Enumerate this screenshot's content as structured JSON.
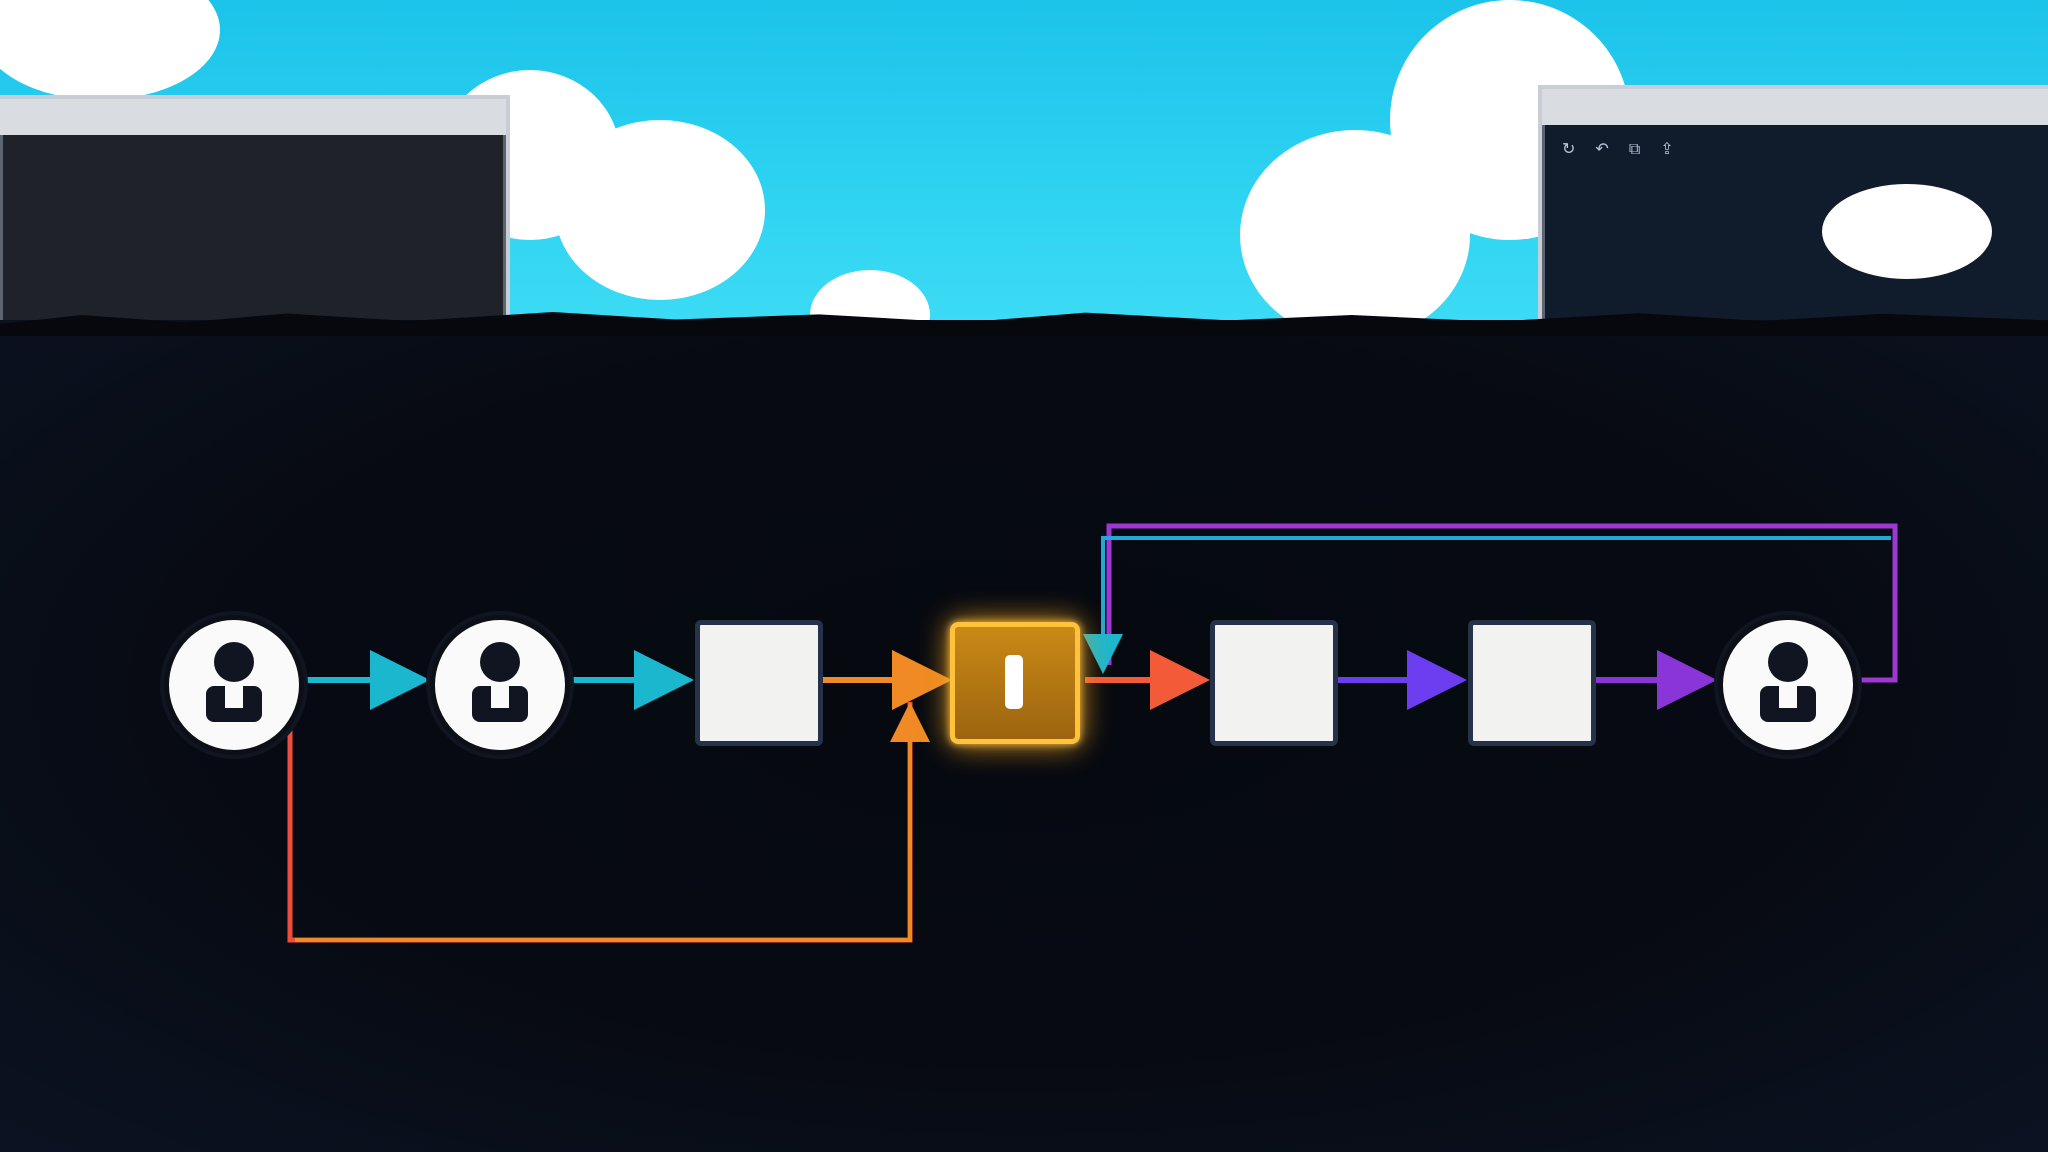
{
  "scene": {
    "left_window": {
      "title": "",
      "code_lines": [
        "",
        "",
        "",
        "",
        "",
        "",
        ""
      ]
    },
    "right_window": {
      "title": "",
      "toolbar_icons": [
        "refresh-icon",
        "undo-icon",
        "copy-icon",
        "share-icon"
      ]
    },
    "workflow": {
      "nodes": [
        {
          "type": "user",
          "name": "user-node-1"
        },
        {
          "type": "user",
          "name": "user-node-2"
        },
        {
          "type": "task",
          "name": "task-node-1"
        },
        {
          "type": "active-task",
          "name": "active-task-node"
        },
        {
          "type": "task",
          "name": "task-node-2"
        },
        {
          "type": "task",
          "name": "task-node-3"
        },
        {
          "type": "user",
          "name": "user-node-3"
        }
      ],
      "connectors": [
        {
          "from": "user-node-1",
          "to": "user-node-2",
          "color": "#1bb7cf"
        },
        {
          "from": "user-node-2",
          "to": "task-node-1",
          "color": "#1bb7cf"
        },
        {
          "from": "task-node-1",
          "to": "active-task-node",
          "color": "#f08a24"
        },
        {
          "from": "active-task-node",
          "to": "task-node-2",
          "color": "#f25a38"
        },
        {
          "from": "task-node-2",
          "to": "task-node-3",
          "color": "#6d3df0"
        },
        {
          "from": "task-node-3",
          "to": "user-node-3",
          "color": "#8a35d8"
        },
        {
          "from": "user-node-1",
          "to": "active-task-node",
          "color": "#ef4f3a",
          "route": "lower-loop"
        },
        {
          "from": "user-node-3",
          "to": "active-task-node",
          "color": "#9f37d3",
          "route": "upper-loop"
        },
        {
          "from": "user-node-3",
          "to": "active-task-node",
          "color": "#20a9d6",
          "route": "upper-loop-inner"
        }
      ]
    },
    "colors": {
      "sky": "#2fd4f2",
      "board": "#06080e",
      "active": "#c98a16",
      "cyan": "#1bb7cf",
      "orange": "#f08a24",
      "red": "#f25a38",
      "violet": "#6d3df0",
      "purple": "#9f37d3"
    }
  }
}
